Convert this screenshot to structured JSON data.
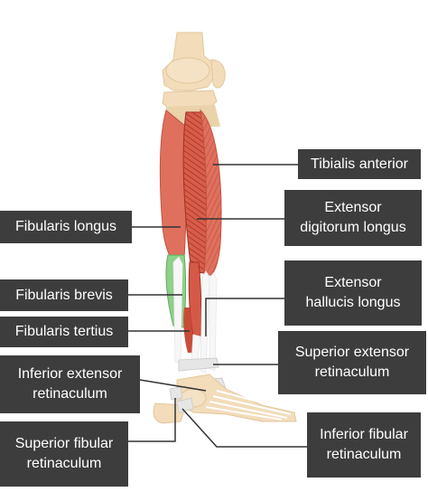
{
  "labels": {
    "tibialis_anterior": "Tibialis anterior",
    "extensor_digitorum_longus": "Extensor digitorum longus",
    "fibularis_longus": "Fibularis longus",
    "extensor_hallucis_longus": "Extensor hallucis longus",
    "fibularis_brevis": "Fibularis brevis",
    "fibularis_tertius": "Fibularis tertius",
    "superior_extensor_retinaculum": "Superior extensor retinaculum",
    "inferior_extensor_retinaculum": "Inferior extensor retinaculum",
    "superior_fibular_retinaculum": "Superior fibular retinaculum",
    "inferior_fibular_retinaculum": "Inferior fibular retinaculum"
  },
  "colors": {
    "label_bg": "#3d3d3d",
    "label_text": "#ffffff",
    "muscle_red": "#e0705e",
    "muscle_dark": "#b94735",
    "muscle_green": "#8fd08a",
    "bone": "#f2dcba",
    "tendon": "#f5f5f5",
    "leader": "#333333"
  }
}
